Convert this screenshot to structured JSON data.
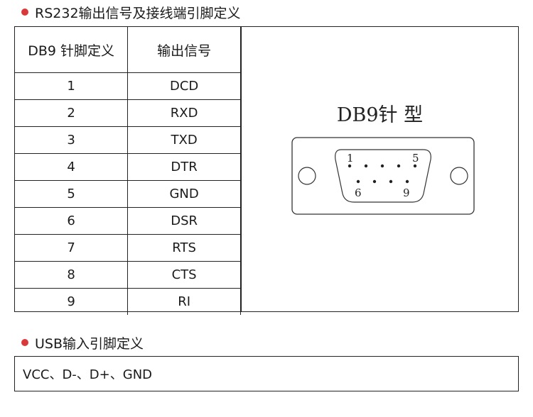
{
  "rs232": {
    "heading": "RS232输出信号及接线端引脚定义",
    "col_pin": "DB9 针脚定义",
    "col_signal": "输出信号",
    "rows": [
      {
        "pin": "1",
        "signal": "DCD"
      },
      {
        "pin": "2",
        "signal": "RXD"
      },
      {
        "pin": "3",
        "signal": "TXD"
      },
      {
        "pin": "4",
        "signal": "DTR"
      },
      {
        "pin": "5",
        "signal": "GND"
      },
      {
        "pin": "6",
        "signal": "DSR"
      },
      {
        "pin": "7",
        "signal": "RTS"
      },
      {
        "pin": "8",
        "signal": "CTS"
      },
      {
        "pin": "9",
        "signal": "RI"
      }
    ],
    "connector": {
      "title": "DB9针 型",
      "pin_label_1": "1",
      "pin_label_5": "5",
      "pin_label_6": "6",
      "pin_label_9": "9"
    }
  },
  "usb": {
    "heading": "USB输入引脚定义",
    "pins_text": "VCC、D-、D+、GND"
  },
  "colors": {
    "bullet": "#d83a3a",
    "border": "#222222"
  }
}
